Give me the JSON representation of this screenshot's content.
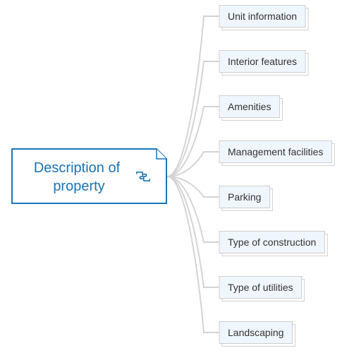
{
  "root": {
    "lines": [
      "Description of",
      "property"
    ],
    "link_icon": "linked-topic-icon",
    "color": "#1a75b8"
  },
  "children": [
    {
      "label": "Unit information"
    },
    {
      "label": "Interior features"
    },
    {
      "label": "Amenities"
    },
    {
      "label": "Management facilities"
    },
    {
      "label": "Parking"
    },
    {
      "label": "Type of construction"
    },
    {
      "label": "Type of utilities"
    },
    {
      "label": "Landscaping"
    }
  ]
}
